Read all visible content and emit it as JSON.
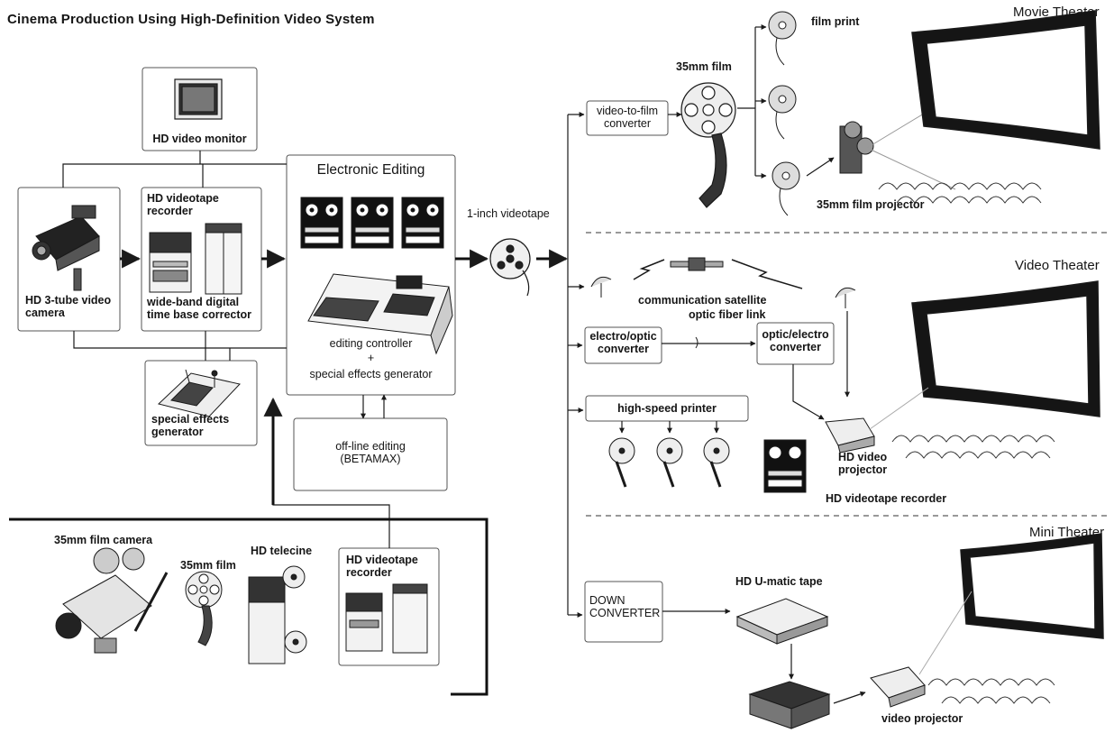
{
  "title": "Cinema Production Using High-Definition Video System",
  "labels": {
    "hd_video_monitor": "HD video monitor",
    "electronic_editing": "Electronic Editing",
    "hd_videotape_recorder_1": "HD videotape recorder",
    "wide_band_tbc": "wide-band digital time base corrector",
    "hd_camera": "HD 3-tube video camera",
    "editing_controller": "editing controller",
    "plus": "+",
    "special_effects_generator_1": "special effects generator",
    "special_effects_generator_2": "special effects generator",
    "offline_editing": "off-line editing (BETAMAX)",
    "one_inch_videotape": "1-inch videotape",
    "film_camera": "35mm film camera",
    "film_35_left": "35mm film",
    "hd_telecine": "HD telecine",
    "hd_videotape_recorder_2": "HD videotape recorder",
    "video_to_film": "video-to-film converter",
    "film_35_top": "35mm film",
    "film_print": "film print",
    "film_projector": "35mm film projector",
    "communication_satellite": "communication satellite",
    "optic_fiber_link": "optic fiber link",
    "electro_optic": "electro/optic converter",
    "optic_electro": "optic/electro converter",
    "high_speed_printer": "high-speed printer",
    "hd_video_projector": "HD video projector",
    "hd_videotape_recorder_3": "HD videotape recorder",
    "down_converter": "DOWN CONVERTER",
    "hd_umatic": "HD U-matic tape",
    "video_projector": "video projector"
  },
  "sections": {
    "movie_theater": "Movie Theater",
    "video_theater": "Video Theater",
    "mini_theater": "Mini Theater"
  },
  "icons": {
    "hd_video_monitor": "monitor-icon",
    "hd_camera": "video-camera-icon",
    "hd_vtr": "videotape-recorder-icon",
    "tbc": "equipment-cabinet-icon",
    "reel_decks": "reel-to-reel-deck-icon",
    "editing_console": "editing-console-icon",
    "effects_panel": "control-panel-icon",
    "videotape_reel": "reel-icon",
    "film_camera": "film-camera-icon",
    "film_reel": "film-reel-icon",
    "telecine": "telecine-icon",
    "satellite": "satellite-icon",
    "dish": "satellite-dish-icon",
    "projector": "projector-icon",
    "screen": "curved-screen-icon",
    "audience": "audience-icon",
    "umatic_tape": "cassette-icon",
    "umatic_deck": "cassette-deck-icon"
  },
  "colors": {
    "ink": "#1a1a1a",
    "background": "#ffffff"
  }
}
